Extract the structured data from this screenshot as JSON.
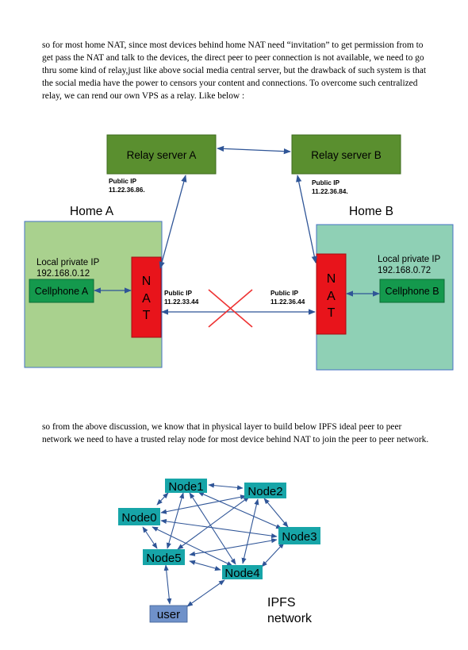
{
  "paragraph1": "so for most home NAT, since most devices behind home NAT need “invitation” to get permission from to get pass the NAT and talk to the devices, the direct peer to peer connection is not available, we need to go thru some kind of relay,just like above social media central server, but the drawback of such system is that the social media have the power to censors your content and connections. To overcome such centralized relay, we can rend our own VPS as a relay. Like below :",
  "paragraph2": "so from the above discussion, we know that in physical layer to build below IPFS ideal peer to peer network we need to have a trusted relay node for most device behind NAT to join the peer to peer network.",
  "diagram1": {
    "relay_a": "Relay server  A",
    "relay_b": "Relay server  B",
    "relay_a_ip_label": "Public IP",
    "relay_a_ip": "11.22.36.86.",
    "relay_b_ip_label": "Public IP",
    "relay_b_ip": "11.22.36.84.",
    "home_a": "Home A",
    "home_b": "Home B",
    "local_a_label": "Local private IP",
    "local_a_ip": "192.168.0.12",
    "local_b_label": "Local private IP",
    "local_b_ip": "192.168.0.72",
    "cellphone_a": "Cellphone A",
    "cellphone_b": "Cellphone B",
    "nat_letters": [
      "N",
      "A",
      "T"
    ],
    "nat_a_ip_label": "Public IP",
    "nat_a_ip": "11.22.33.44",
    "nat_b_ip_label": "Public IP",
    "nat_b_ip": "11.22.36.44",
    "colors": {
      "relay_fill": "#5a8f2f",
      "home_a_fill": "#a9d18e",
      "home_b_fill": "#8fd0b5",
      "cellphone_fill": "#14994d",
      "nat_fill": "#e8141b",
      "arrow": "#2f5597",
      "cross": "#ee3333"
    }
  },
  "diagram2": {
    "nodes": [
      "Node1",
      "Node2",
      "Node0",
      "Node3",
      "Node5",
      "Node4",
      "user"
    ],
    "caption_line1": "IPFS",
    "caption_line2": "network",
    "colors": {
      "node_fill": "#17a5a8",
      "user_fill": "#6f91c9",
      "arrow": "#2f5597"
    }
  }
}
